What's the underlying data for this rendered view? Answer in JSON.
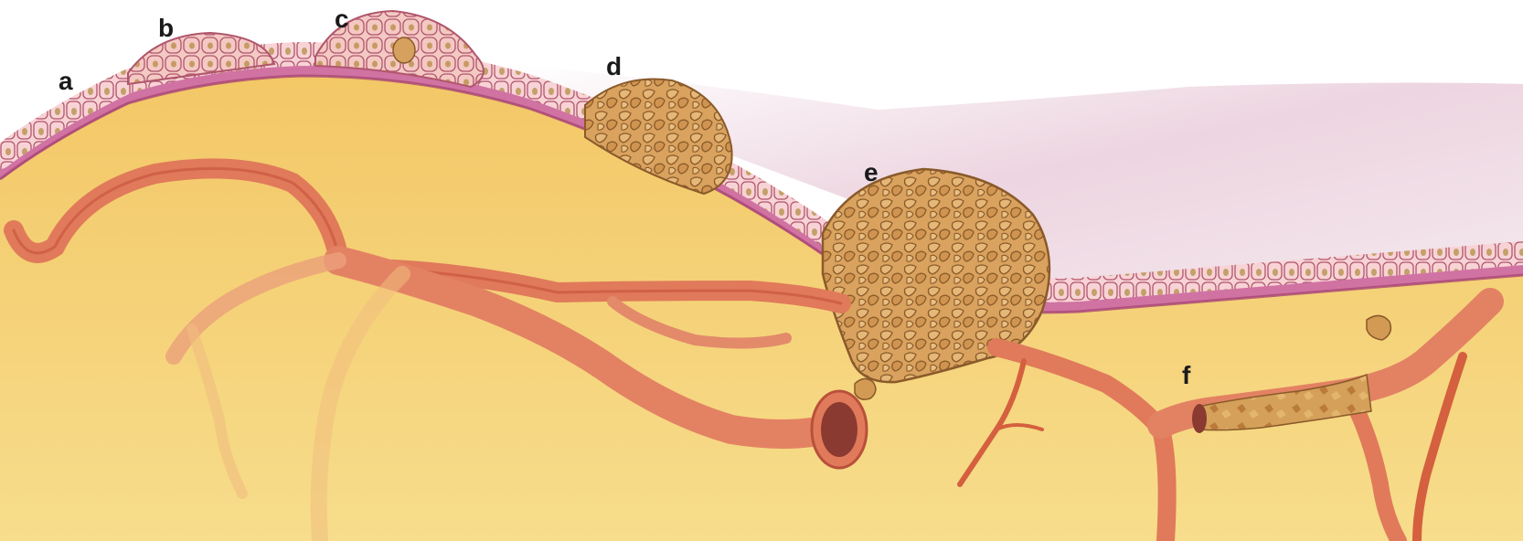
{
  "labels": {
    "a": "a",
    "b": "b",
    "c": "c",
    "d": "d",
    "e": "e",
    "f": "f"
  },
  "colors": {
    "background": "#ffffff",
    "tissue": "#f2cf6e",
    "tissue_light": "#f7dc8a",
    "epithelium": "#f6cfd4",
    "epithelium_outline": "#c0607a",
    "basement_membrane": "#c85a93",
    "lumen": "#f0dde6",
    "tumor": "#d39a54",
    "tumor_outline": "#8a5a2a",
    "vessel": "#e0795a",
    "vessel_dark": "#c0503a",
    "vessel_lumen": "#8a3a30"
  }
}
